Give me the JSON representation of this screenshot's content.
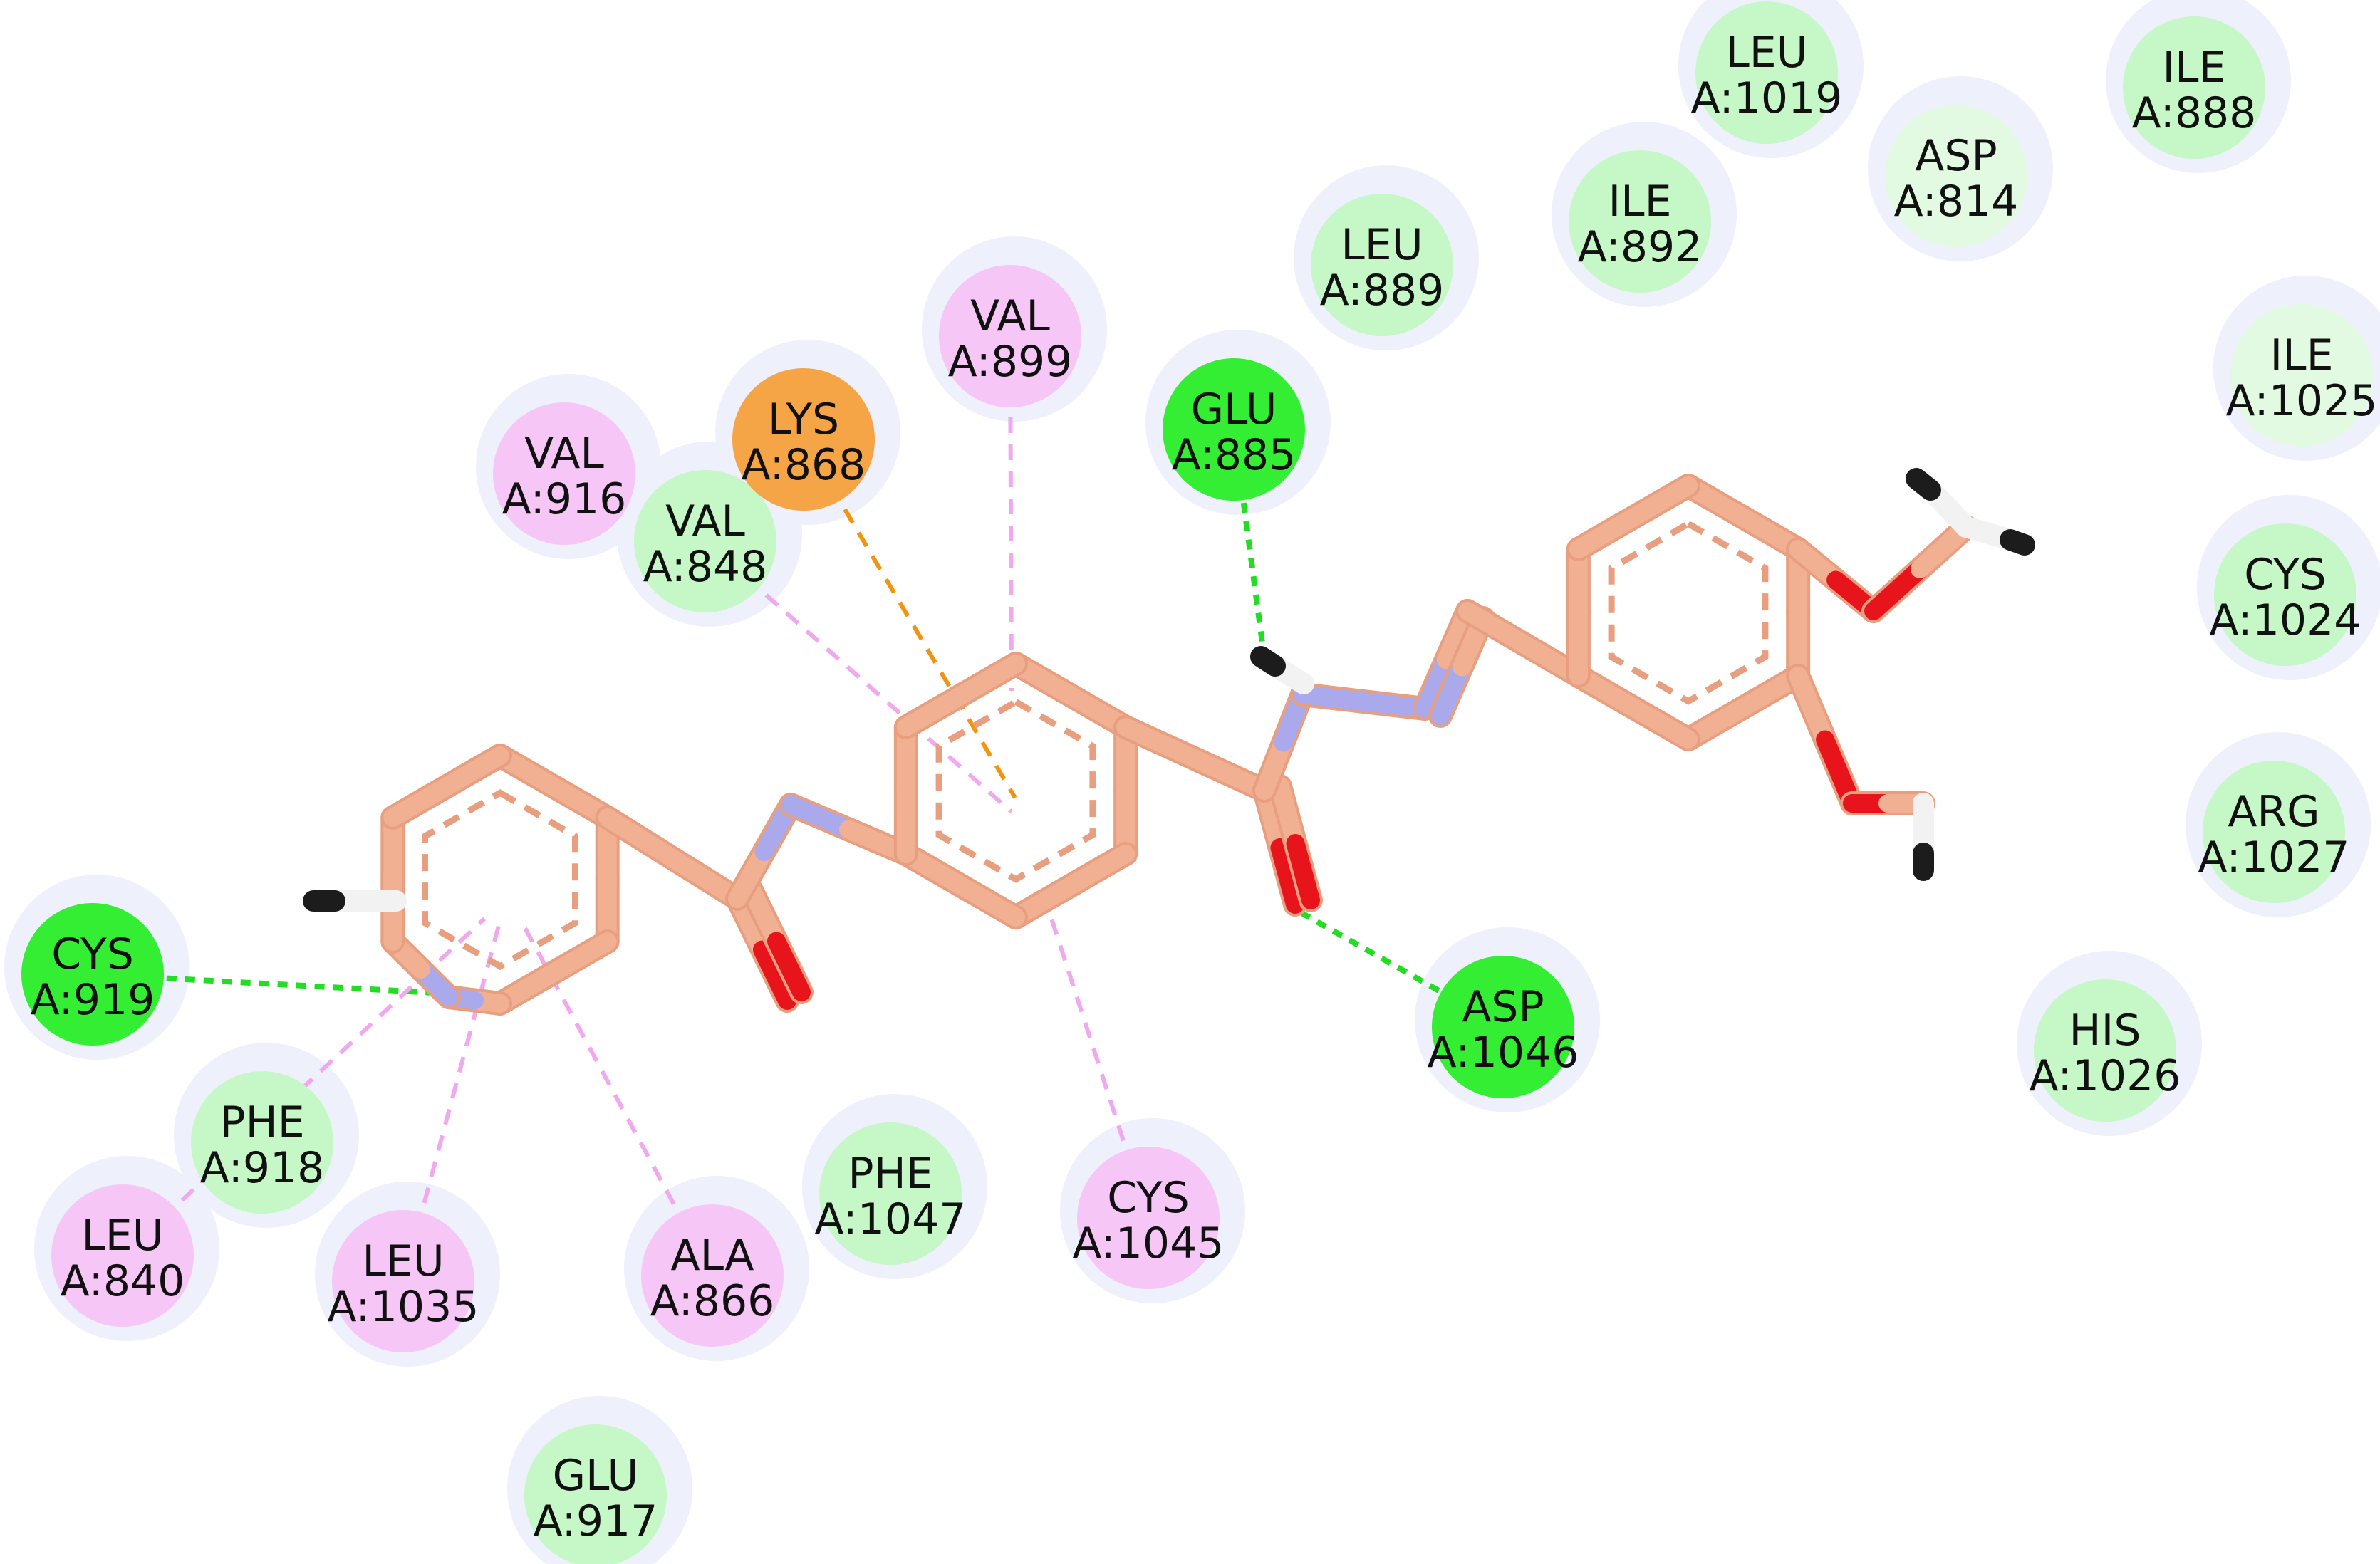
{
  "colors": {
    "carbon": "#f2b092",
    "carbon_edge": "#e79f80",
    "nitrogen": "#a9a9ec",
    "oxygen": "#e8141c",
    "hydrogen_dark": "#1c1c1c",
    "hydrogen_light": "#f2f2f2",
    "hbond": "#22dd22",
    "pi_alkyl": "#f0a8ef",
    "pi_cation": "#f2940f",
    "vdw_fill": "#c6f7c6",
    "hbond_fill": "#33ee33",
    "alkyl_fill": "#f6c7f6",
    "cation_fill": "#f5a545",
    "halo": "#eef0fb"
  },
  "residues": [
    {
      "id": "cys919",
      "name": "CYS",
      "num": "A:919",
      "type": "hbond"
    },
    {
      "id": "phe918",
      "name": "PHE",
      "num": "A:918",
      "type": "vdw"
    },
    {
      "id": "leu840",
      "name": "LEU",
      "num": "A:840",
      "type": "alkyl"
    },
    {
      "id": "leu1035",
      "name": "LEU",
      "num": "A:1035",
      "type": "alkyl"
    },
    {
      "id": "ala866",
      "name": "ALA",
      "num": "A:866",
      "type": "alkyl"
    },
    {
      "id": "glu917",
      "name": "GLU",
      "num": "A:917",
      "type": "vdw"
    },
    {
      "id": "phe1047",
      "name": "PHE",
      "num": "A:1047",
      "type": "vdw"
    },
    {
      "id": "cys1045",
      "name": "CYS",
      "num": "A:1045",
      "type": "alkyl"
    },
    {
      "id": "val916",
      "name": "VAL",
      "num": "A:916",
      "type": "alkyl"
    },
    {
      "id": "val848",
      "name": "VAL",
      "num": "A:848",
      "type": "vdw"
    },
    {
      "id": "lys868",
      "name": "LYS",
      "num": "A:868",
      "type": "cation"
    },
    {
      "id": "val899",
      "name": "VAL",
      "num": "A:899",
      "type": "alkyl"
    },
    {
      "id": "glu885",
      "name": "GLU",
      "num": "A:885",
      "type": "hbond"
    },
    {
      "id": "leu889",
      "name": "LEU",
      "num": "A:889",
      "type": "vdw"
    },
    {
      "id": "ile892",
      "name": "ILE",
      "num": "A:892",
      "type": "vdw"
    },
    {
      "id": "leu1019",
      "name": "LEU",
      "num": "A:1019",
      "type": "vdw"
    },
    {
      "id": "asp814",
      "name": "ASP",
      "num": "A:814",
      "type": "vdw_light"
    },
    {
      "id": "ile888",
      "name": "ILE",
      "num": "A:888",
      "type": "vdw"
    },
    {
      "id": "ile1025",
      "name": "ILE",
      "num": "A:1025",
      "type": "vdw_light"
    },
    {
      "id": "cys1024",
      "name": "CYS",
      "num": "A:1024",
      "type": "vdw"
    },
    {
      "id": "arg1027",
      "name": "ARG",
      "num": "A:1027",
      "type": "vdw"
    },
    {
      "id": "his1026",
      "name": "HIS",
      "num": "A:1026",
      "type": "vdw"
    },
    {
      "id": "asp1046",
      "name": "ASP",
      "num": "A:1046",
      "type": "hbond"
    }
  ],
  "interactions": [
    {
      "from": "cys919",
      "to": "pyridine-n",
      "kind": "hbond"
    },
    {
      "from": "glu885",
      "to": "hydrazide-h",
      "kind": "hbond"
    },
    {
      "from": "asp1046",
      "to": "carbonyl-o",
      "kind": "hbond"
    },
    {
      "from": "lys868",
      "to": "middle-ring",
      "kind": "pi_cation"
    },
    {
      "from": "val899",
      "to": "middle-ring",
      "kind": "pi_alkyl"
    },
    {
      "from": "val848",
      "to": "middle-ring",
      "kind": "pi_alkyl"
    },
    {
      "from": "cys1045",
      "to": "middle-ring",
      "kind": "pi_alkyl"
    },
    {
      "from": "leu840",
      "to": "pyridine-ring",
      "kind": "pi_alkyl"
    },
    {
      "from": "leu1035",
      "to": "pyridine-ring",
      "kind": "pi_alkyl"
    },
    {
      "from": "ala866",
      "to": "pyridine-ring",
      "kind": "pi_alkyl"
    }
  ]
}
